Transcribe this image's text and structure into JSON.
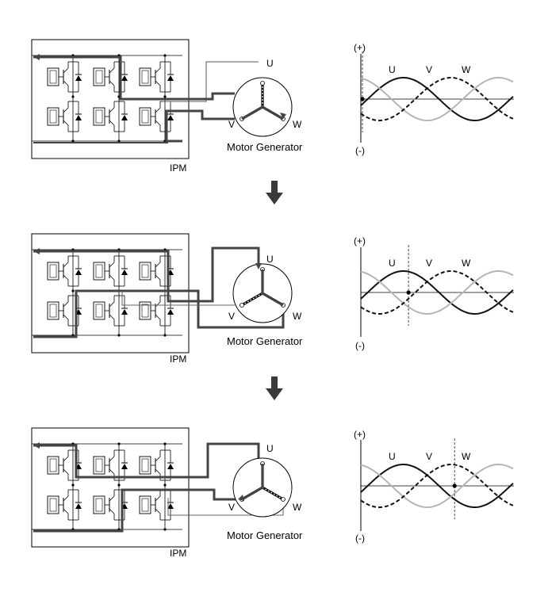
{
  "labels": {
    "ipm": "IPM",
    "motor_generator": "Motor Generator",
    "phase_u": "U",
    "phase_v": "V",
    "phase_w": "W",
    "plus": "(+)",
    "minus": "(-)"
  },
  "colors": {
    "u_wave": "#111111",
    "v_wave": "#b5b5b5",
    "w_wave": "#111111",
    "current_path": "#444444",
    "arrow": "#3a3a3a"
  },
  "panels": [
    {
      "step": 1,
      "marker_phase_deg": 0
    },
    {
      "step": 2,
      "marker_phase_deg": 120
    },
    {
      "step": 3,
      "marker_phase_deg": 240
    }
  ]
}
